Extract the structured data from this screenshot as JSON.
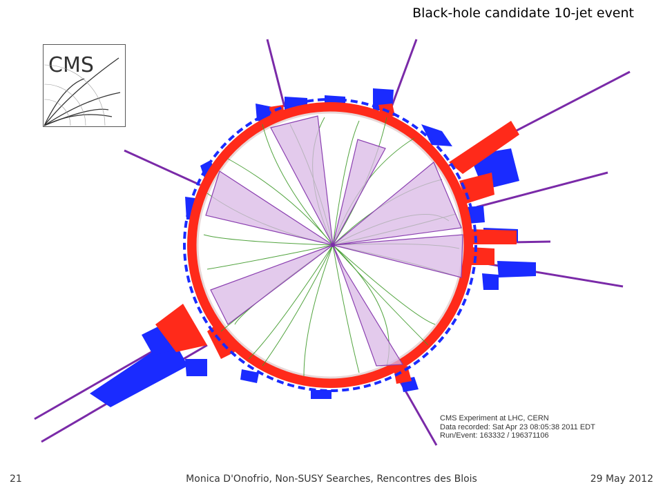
{
  "slide": {
    "title": "Black-hole candidate 10-jet event",
    "page_number": "21",
    "footer_text": "Monica D'Onofrio, Non-SUSY Searches, Rencontres des Blois",
    "date": "29 May 2012"
  },
  "logo": {
    "text": "CMS"
  },
  "event_info": {
    "experiment": "CMS Experiment at LHC, CERN",
    "recorded": "Data recorded: Sat Apr 23 08:05:38 2011 EDT",
    "run_event": "Run/Event: 163332 / 196371106"
  },
  "colors": {
    "ecal": "#ff2a1a",
    "hcal": "#1a2bff",
    "jet": "#7a2aa8",
    "track": "#3f9a2a",
    "cone": "#d9b8e6"
  }
}
